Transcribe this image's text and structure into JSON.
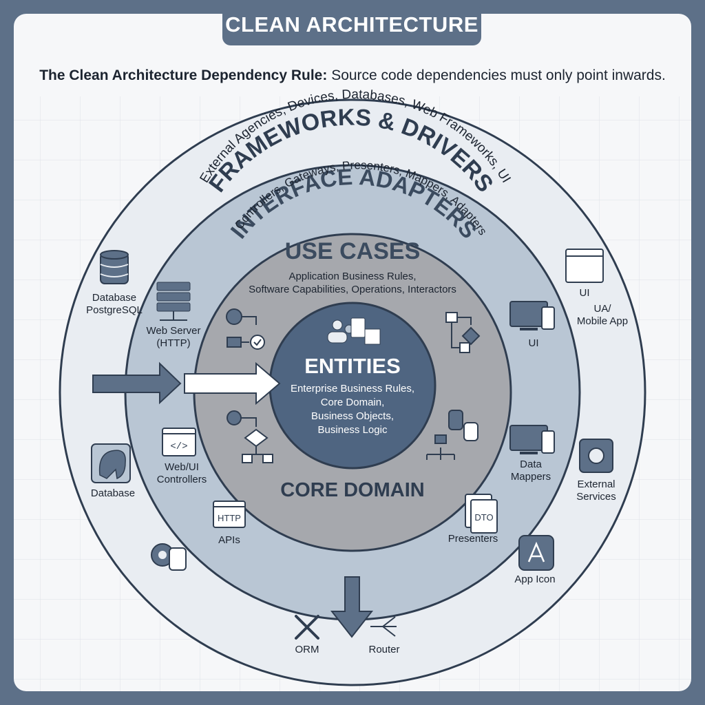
{
  "title": "CLEAN ARCHITECTURE",
  "rule": {
    "bold": "The Clean Architecture Dependency Rule:",
    "text": "Source code dependencies must only point inwards."
  },
  "rings": {
    "frameworks": {
      "title": "FRAMEWORKS & DRIVERS",
      "subtitle": "External Agencies, Devices, Databases, Web Frameworks, UI"
    },
    "adapters": {
      "title": "INTERFACE ADAPTERS",
      "subtitle": "Controllers, Gateways, Presenters, Mappers, Adapters"
    },
    "use_cases": {
      "title": "USE CASES",
      "subtitle_1": "Application Business Rules,",
      "subtitle_2": "Software Capabilities, Operations, Interactors",
      "footer": "CORE DOMAIN"
    },
    "entities": {
      "title": "ENTITIES",
      "lines": [
        "Enterprise Business Rules,",
        "Core Domain,",
        "Business Objects,",
        "Business Logic"
      ]
    }
  },
  "items": {
    "db_postgres": "Database\nPostgreSQL",
    "web_server": "Web Server\n(HTTP)",
    "web_controllers": "Web/UI\nControllers",
    "database": "Database",
    "apis": "APIs",
    "api_badge": "HTTP",
    "orm": "ORM",
    "router": "Router",
    "ui_outer": "UI",
    "ua_mobile": "UA/\nMobile App",
    "ui_inner": "UI",
    "data_mappers": "Data\nMappers",
    "external_services": "External\nServices",
    "presenters": "Presenters",
    "dto_badge": "DTO",
    "app_icon": "App Icon"
  },
  "colors": {
    "frame": "#5d7088",
    "outer_ring": "#e9edf2",
    "adapter_ring": "#b9c6d4",
    "usecase_ring": "#a6a8ad",
    "entities": "#4f6581",
    "stroke": "#2f3d50"
  }
}
